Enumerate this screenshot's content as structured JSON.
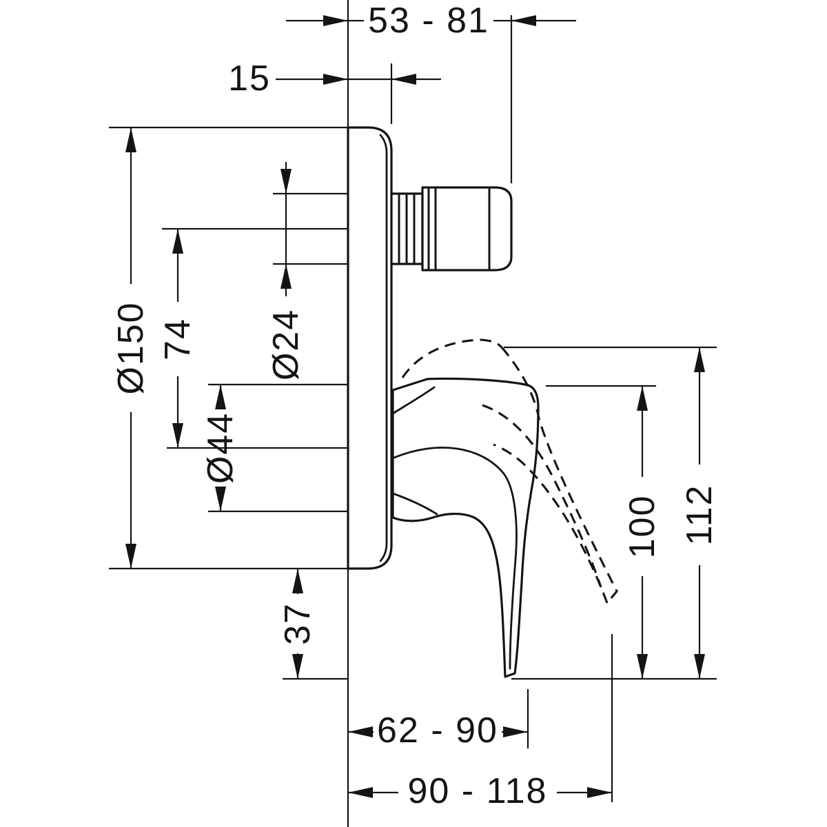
{
  "diagram": {
    "kind": "technical dimension drawing",
    "subject": "concealed single-lever mixer, side view with raised-handle alternate position",
    "background_color": "#ffffff",
    "line_color": "#141414"
  },
  "dimensions": {
    "depth_range": "53 - 81",
    "plate_thickness": "15",
    "plate_diameter": "Ø150",
    "axis_spacing": "74",
    "connector_diameter": "Ø24",
    "hub_diameter": "Ø44",
    "bottom_clearance": "37",
    "handle_height": "100",
    "handle_height_raised": "112",
    "lever_reach": "62 - 90",
    "lever_reach_raised": "90 - 118"
  }
}
